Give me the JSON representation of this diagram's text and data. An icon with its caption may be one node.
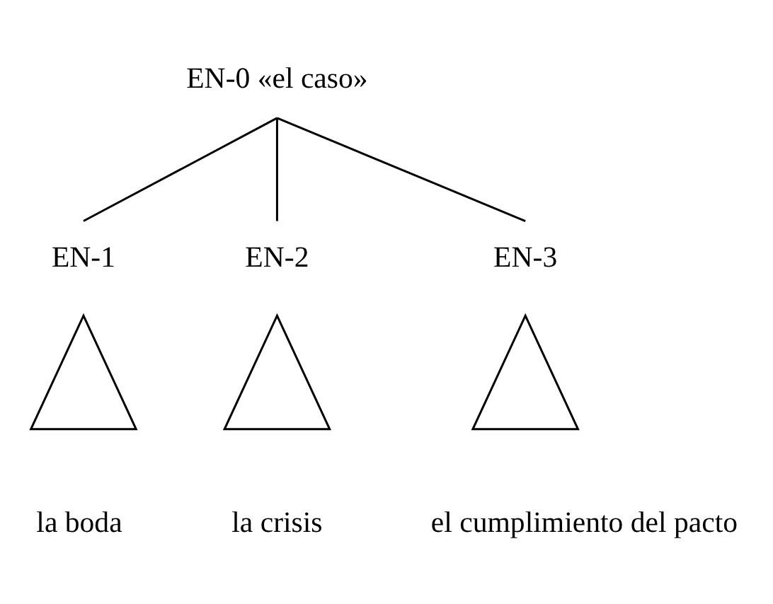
{
  "diagram": {
    "nodes": [
      {
        "text": [
          "EN-0 «el caso»"
        ]
      },
      {
        "text": [
          "EN-1"
        ]
      },
      {
        "text": [
          "EN-2"
        ]
      },
      {
        "text": [
          "EN-3"
        ]
      },
      {
        "text": [],
        "shape": "triangle",
        "beside": [
          "la boda"
        ]
      },
      {
        "text": [],
        "shape": "triangle",
        "beside": [
          "la crisis"
        ]
      },
      {
        "text": [],
        "shape": "triangle",
        "beside": [
          "el cumplimiento del pacto"
        ]
      }
    ],
    "edges": [
      {
        "from": 0,
        "to": 1,
        "arrow": "none"
      },
      {
        "from": 0,
        "to": 2,
        "arrow": "none"
      },
      {
        "from": 0,
        "to": 3,
        "arrow": "none"
      }
    ]
  }
}
